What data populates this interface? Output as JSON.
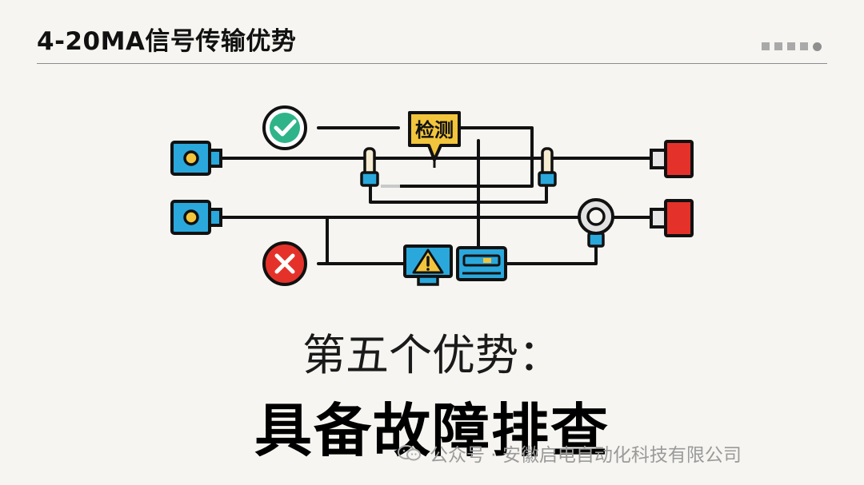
{
  "slide": {
    "title": "4-20MA信号传输优势",
    "subtitle": "第五个优势：",
    "headline": "具备故障排查",
    "watermark": "公众号 · 安徽启电自动化科技有限公司"
  },
  "diagram": {
    "detect_label": "检测",
    "icons": [
      "check-icon",
      "cross-icon",
      "warning-icon",
      "transmitter-icon",
      "sensor-icon",
      "actuator-icon"
    ],
    "colors": {
      "line": "#111111",
      "blue": "#2aa8dc",
      "yellow": "#f2c53d",
      "red": "#e4322b",
      "green": "#2fb48a",
      "check_ring": "#2fb48a",
      "cross_fill": "#e4322b",
      "background": "#f6f5f1"
    }
  },
  "header": {
    "decor": [
      "square",
      "square",
      "square",
      "square",
      "circle"
    ]
  }
}
